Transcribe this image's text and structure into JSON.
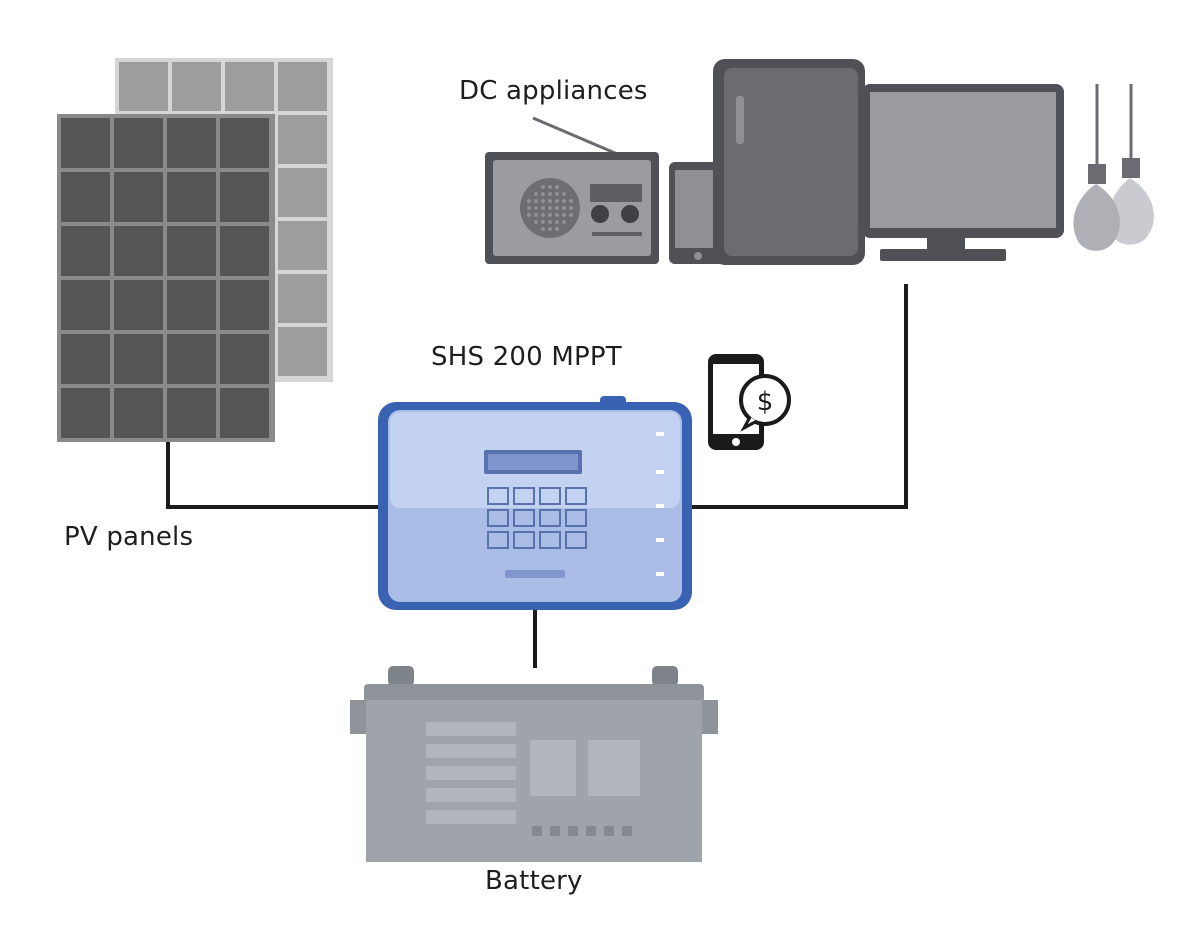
{
  "labels": {
    "dc_appliances": "DC appliances",
    "controller": "SHS 200 MPPT",
    "pv_panels": "PV panels",
    "battery": "Battery"
  },
  "colors": {
    "wire": "#1b1b1b",
    "panel_front": "#5a5a5a",
    "panel_back": "#9a9a9a",
    "appliance_dark": "#4f5157",
    "appliance_mid": "#8e9096",
    "controller_blue": "#3a62b3",
    "controller_face": "#a9bde6",
    "battery_gray": "#9fa3aa"
  },
  "icons": [
    "smartphone-payment-icon",
    "radio-icon",
    "tablet-icon",
    "fridge-icon",
    "monitor-icon",
    "light-bulb-icon"
  ]
}
